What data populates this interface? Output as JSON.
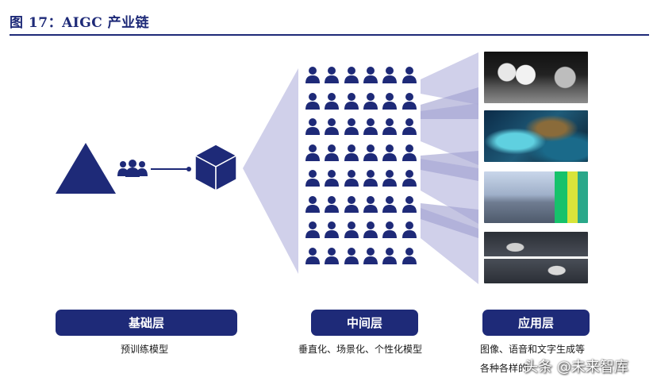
{
  "figure": {
    "title": "图 17：AIGC 产业链"
  },
  "layers": {
    "base": {
      "label": "基础层",
      "caption": "预训练模型"
    },
    "middle": {
      "label": "中间层",
      "caption": "垂直化、场景化、个性化模型"
    },
    "application": {
      "label": "应用层",
      "caption_line1": "图像、语音和文字生成等",
      "caption_line2": "各种各样的"
    }
  },
  "icons": {
    "base_shape": "triangle-icon",
    "group": "user-group-icon",
    "model": "cube-icon",
    "person": "person-icon"
  },
  "people_grid": {
    "rows": 8,
    "cols": 6
  },
  "thumbnails": [
    {
      "name": "astronaut-horse-image"
    },
    {
      "name": "fluid-art-image"
    },
    {
      "name": "segmented-street-image"
    },
    {
      "name": "traffic-camera-image"
    }
  ],
  "watermark": {
    "text": "头条 @未来智库"
  },
  "colors": {
    "navy": "#1e2a78",
    "lavender": "#c8c8e6",
    "white": "#ffffff"
  }
}
